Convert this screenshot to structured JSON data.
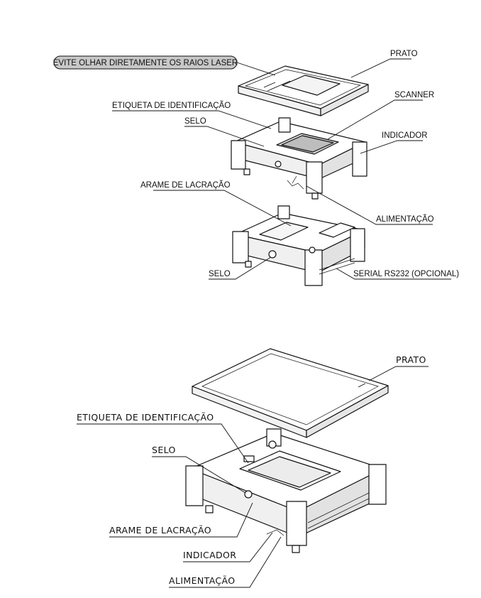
{
  "top_figure": {
    "warning": "EVITE OLHAR DIRETAMENTE OS RAIOS LASER",
    "prato": "PRATO",
    "scanner": "SCANNER",
    "etiqueta": "ETIQUETA DE IDENTIFICAÇÃO",
    "selo_upper": "SELO",
    "indicador": "INDICADOR",
    "arame": "ARAME DE LACRAÇÃO",
    "alimentacao": "ALIMENTAÇÃO",
    "selo_lower": "SELO",
    "serial": "SERIAL RS232 (OPCIONAL)"
  },
  "bottom_figure": {
    "prato": "PRATO",
    "etiqueta": "ETIQUETA DE IDENTIFICAÇÃO",
    "selo": "SELO",
    "arame": "ARAME DE LACRAÇÃO",
    "indicador": "INDICADOR",
    "alimentacao": "ALIMENTAÇÃO"
  },
  "colors": {
    "warning_fill": "#c8c8c8",
    "scanner_glass": "#bdbdbd",
    "line": "#111111"
  }
}
